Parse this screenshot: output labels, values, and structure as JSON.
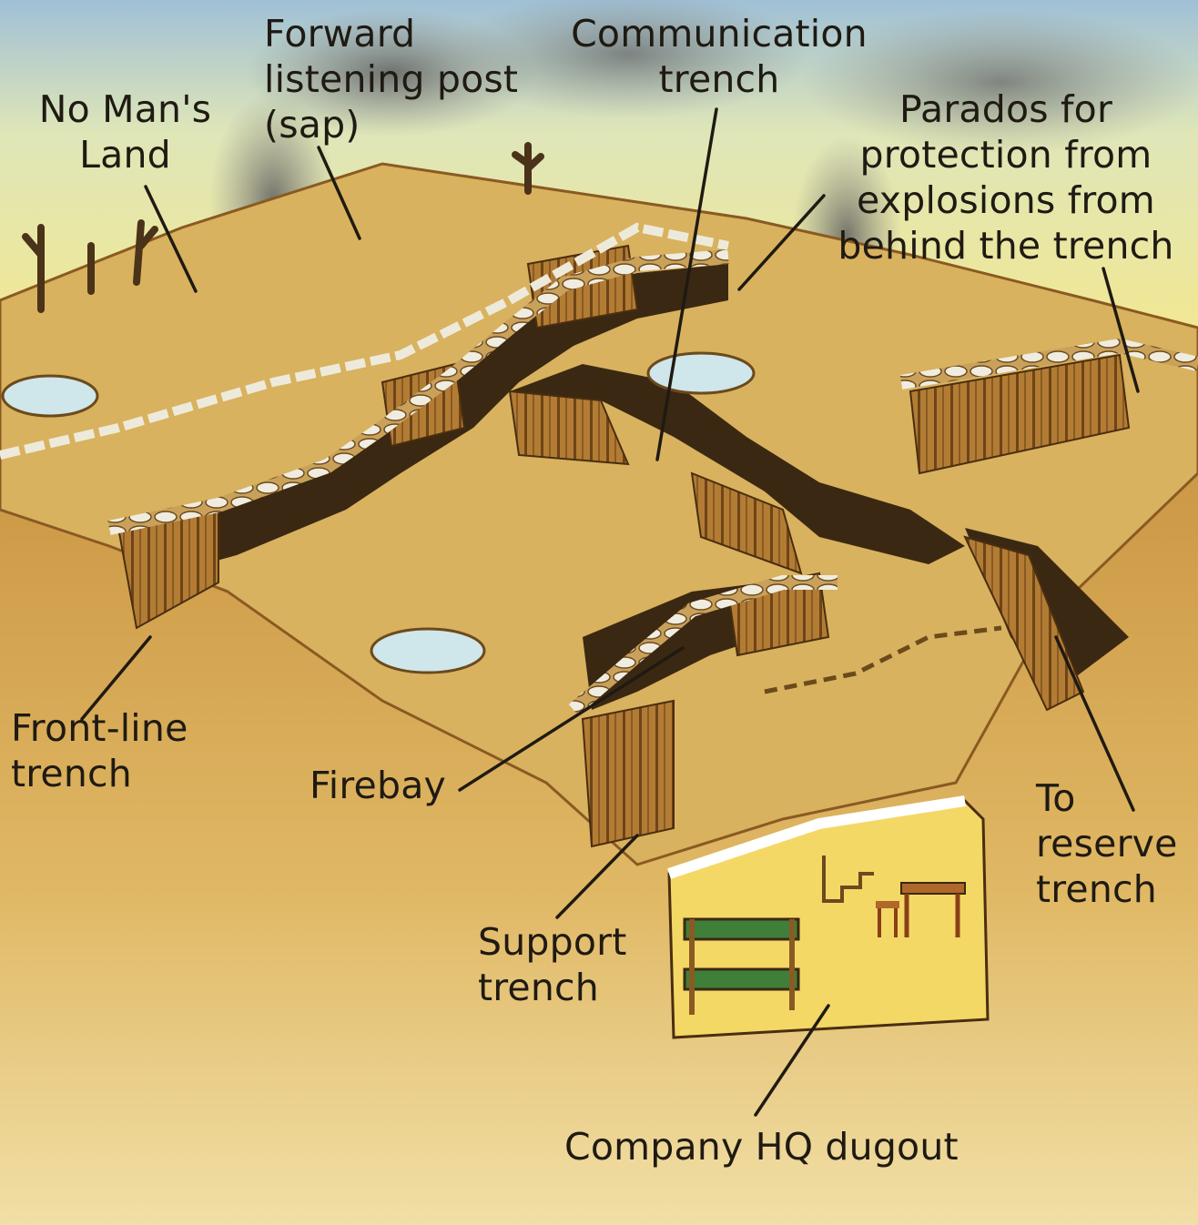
{
  "labels": {
    "no_mans_land": "No Man's\nLand",
    "forward_listening_post": "Forward\nlistening post\n(sap)",
    "communication_trench": "Communication\ntrench",
    "parados": "Parados for\nprotection from\nexplosions from\nbehind the trench",
    "front_line_trench": "Front-line\ntrench",
    "firebay": "Firebay",
    "support_trench": "Support\ntrench",
    "to_reserve_trench": "To\nreserve\ntrench",
    "company_hq_dugout": "Company HQ dugout"
  },
  "colors": {
    "sky": "#a9c6d6",
    "sky_warm": "#f6e88a",
    "ground_top": "#d8b25e",
    "ground_side": "#c58f3c",
    "sandbag": "#eeeadb",
    "timber": "#8a5a22",
    "trench_dark": "#3b2812",
    "smoke": "#777777",
    "water": "#cfe6ea",
    "dugout_wall": "#f3d866",
    "ink": "#1f1a12"
  }
}
